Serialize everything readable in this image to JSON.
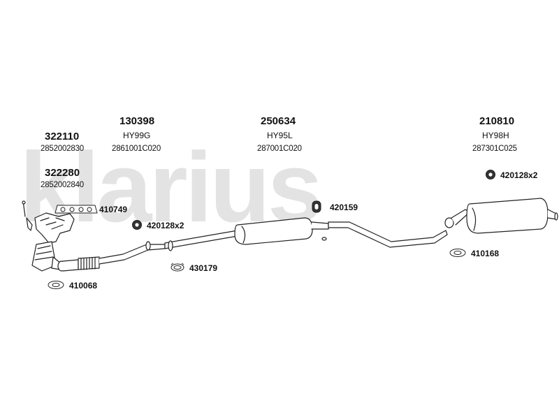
{
  "watermark": {
    "text": "klarius"
  },
  "assemblies": [
    {
      "part_no": "322110",
      "ref": "2852002830"
    },
    {
      "part_no": "322280",
      "ref": "2852002840"
    },
    {
      "part_no": "130398",
      "code": "HY99G",
      "ref": "2861001C020"
    },
    {
      "part_no": "250634",
      "code": "HY95L",
      "ref": "287001C020"
    },
    {
      "part_no": "210810",
      "code": "HY98H",
      "ref": "287301C025"
    }
  ],
  "fittings": [
    {
      "label": "410749",
      "icon": "gasket-set-icon"
    },
    {
      "label": "420128x2",
      "icon": "rubber-mount-icon"
    },
    {
      "label": "430179",
      "icon": "clamp-ring-icon"
    },
    {
      "label": "410068",
      "icon": "gasket-ring-icon"
    },
    {
      "label": "420159",
      "icon": "rubber-hanger-icon"
    },
    {
      "label": "420128x2",
      "icon": "rubber-mount-icon"
    },
    {
      "label": "410168",
      "icon": "gasket-ring-icon"
    }
  ],
  "colors": {
    "watermark": "#e3e3e3",
    "line": "#222222",
    "fill": "#ffffff"
  }
}
